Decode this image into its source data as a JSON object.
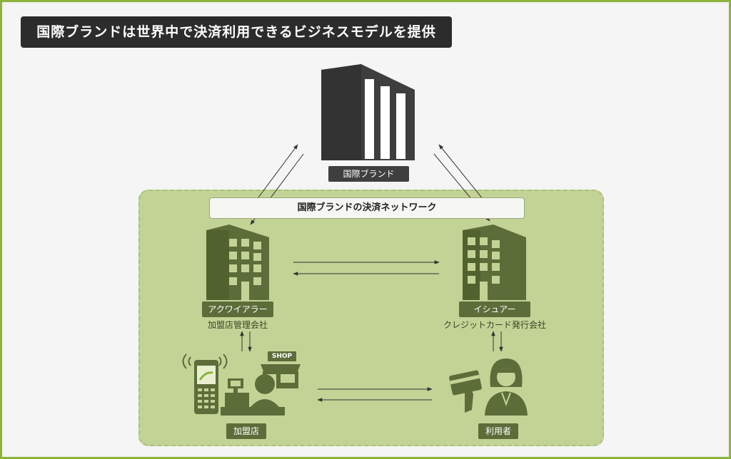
{
  "title": "国際ブランドは世界中で決済利用できるビジネスモデルを提供",
  "brand": {
    "label": "国際ブランド"
  },
  "network": {
    "label": "国際ブランドの決済ネットワーク"
  },
  "acquirer": {
    "label": "アクワイアラー",
    "sub": "加盟店管理会社"
  },
  "issuer": {
    "label": "イシュアー",
    "sub": "クレジットカード発行会社"
  },
  "merchant": {
    "label": "加盟店",
    "shop_sign": "SHOP"
  },
  "user": {
    "label": "利用者"
  },
  "colors": {
    "frame": "#8db33c",
    "zone": "#c3d396",
    "icon_green": "#5c6d3a",
    "icon_dark": "#3f3f3f"
  }
}
